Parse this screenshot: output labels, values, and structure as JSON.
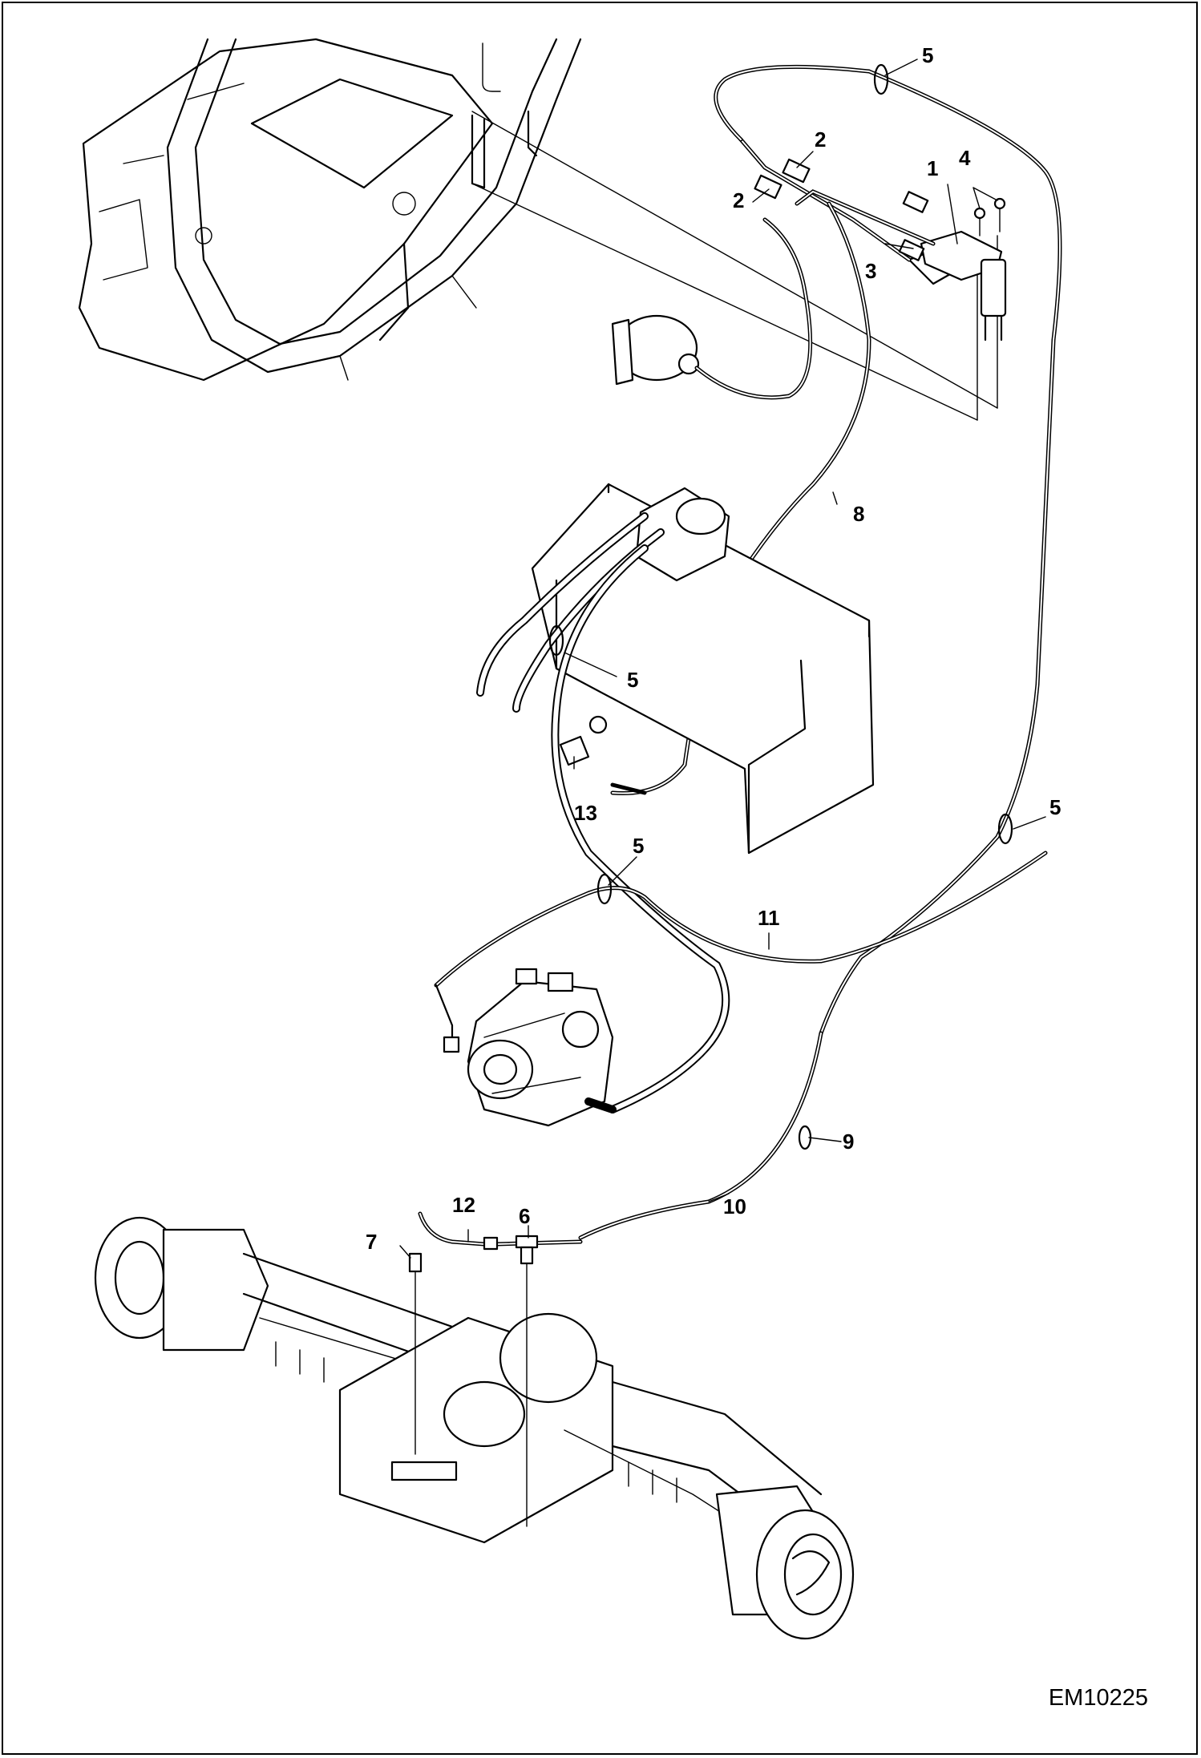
{
  "document_code": "EM10225",
  "callouts": [
    {
      "id": "c1",
      "label": "1"
    },
    {
      "id": "c2a",
      "label": "2"
    },
    {
      "id": "c2b",
      "label": "2"
    },
    {
      "id": "c3",
      "label": "3"
    },
    {
      "id": "c4",
      "label": "4"
    },
    {
      "id": "c5a",
      "label": "5"
    },
    {
      "id": "c5b",
      "label": "5"
    },
    {
      "id": "c5c",
      "label": "5"
    },
    {
      "id": "c5d",
      "label": "5"
    },
    {
      "id": "c6",
      "label": "6"
    },
    {
      "id": "c7",
      "label": "7"
    },
    {
      "id": "c8",
      "label": "8"
    },
    {
      "id": "c9",
      "label": "9"
    },
    {
      "id": "c10",
      "label": "10"
    },
    {
      "id": "c11",
      "label": "11"
    },
    {
      "id": "c12",
      "label": "12"
    },
    {
      "id": "c13",
      "label": "13"
    }
  ]
}
